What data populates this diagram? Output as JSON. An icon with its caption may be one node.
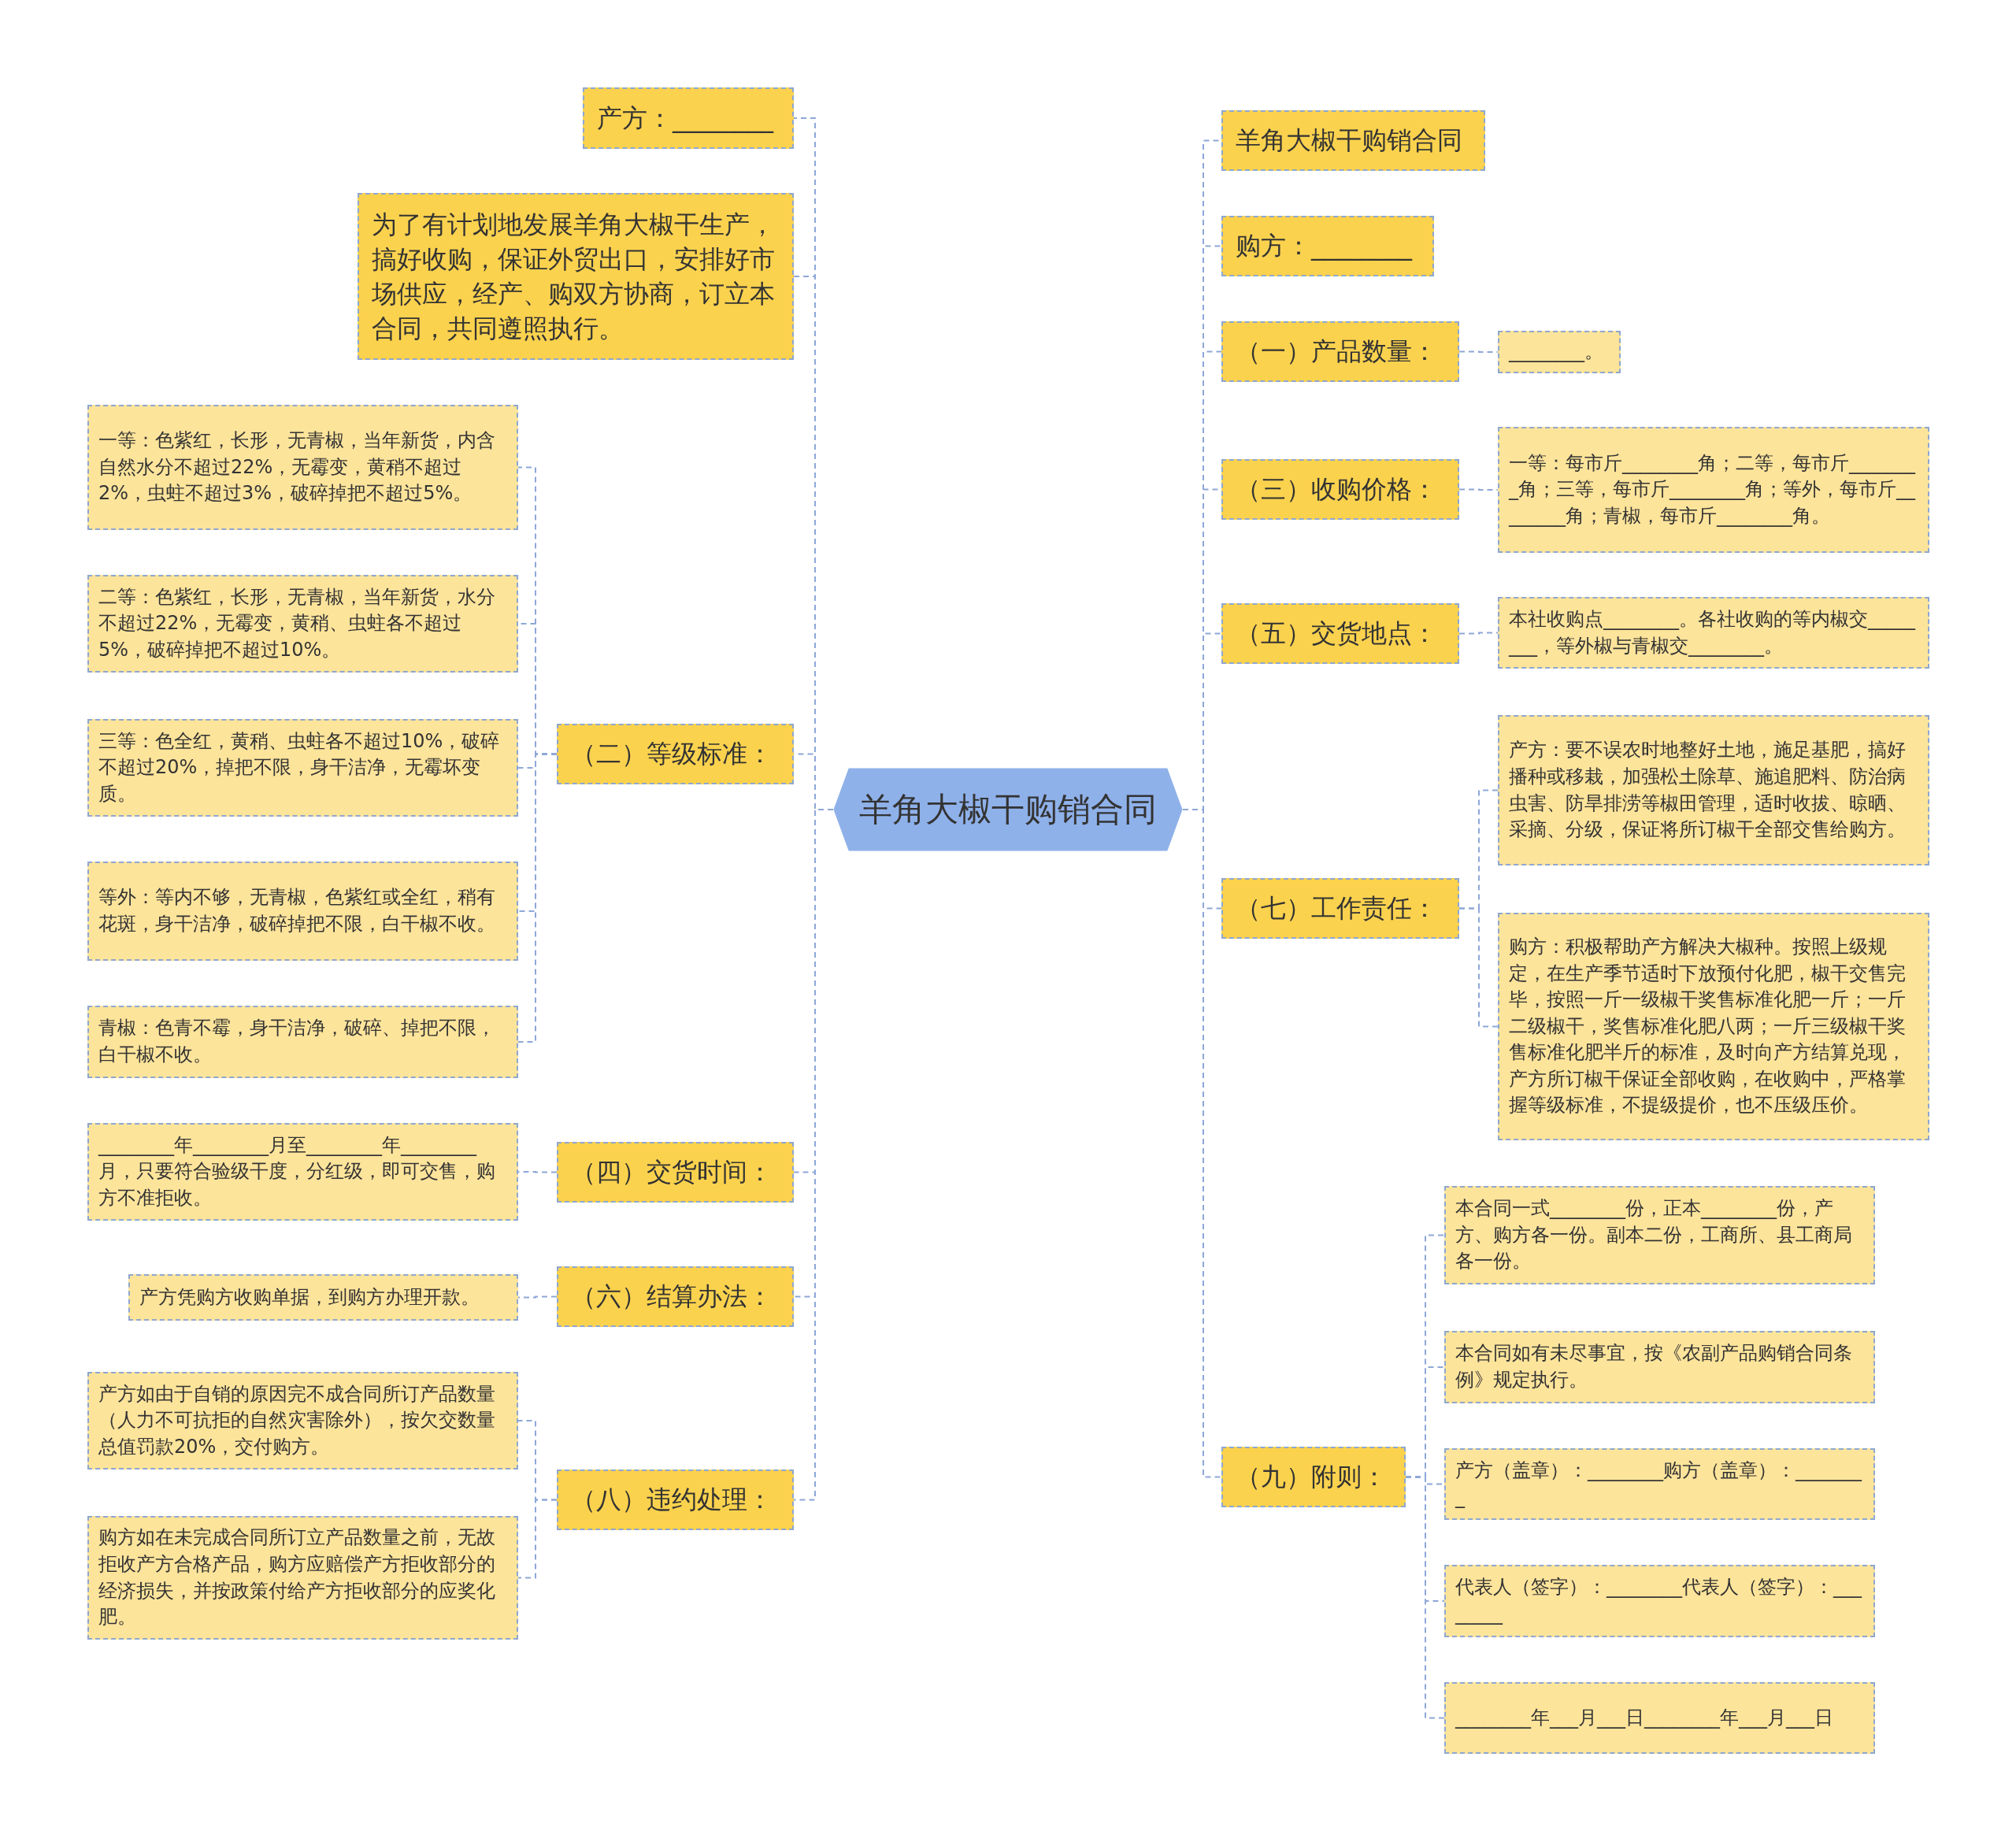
{
  "diagram": {
    "nodes": [
      {
        "text": [
          "羊角大椒干购销合同"
        ]
      },
      {
        "text": [
          "产方：________"
        ]
      },
      {
        "text": [
          "为了有计划地发展羊角大椒干生产，搞好收购，保证外贸出口，安排好市场供应，经产、购双方协商，订立本合同，共同遵照执行。"
        ]
      },
      {
        "text": [
          "（二）等级标准："
        ]
      },
      {
        "text": [
          "一等：色紫红，长形，无青椒，当年新货，内含自然水分不超过22%，无霉变，黄稍不超过2%，虫蛀不超过3%，破碎掉把不超过5%。"
        ]
      },
      {
        "text": [
          "二等：色紫红，长形，无青椒，当年新货，水分不超过22%，无霉变，黄稍、虫蛀各不超过5%，破碎掉把不超过10%。"
        ]
      },
      {
        "text": [
          "三等：色全红，黄稍、虫蛀各不超过10%，破碎不超过20%，掉把不限，身干洁净，无霉坏变质。"
        ]
      },
      {
        "text": [
          "等外：等内不够，无青椒，色紫红或全红，稍有花斑，身干洁净，破碎掉把不限，白干椒不收。"
        ]
      },
      {
        "text": [
          "青椒：色青不霉，身干洁净，破碎、掉把不限，白干椒不收。"
        ]
      },
      {
        "text": [
          "（四）交货时间："
        ]
      },
      {
        "text": [
          "________年________月至________年________月，只要符合验级干度，分红级，即可交售，购方不准拒收。"
        ]
      },
      {
        "text": [
          "（六）结算办法："
        ]
      },
      {
        "text": [
          "产方凭购方收购单据，到购方办理开款。"
        ]
      },
      {
        "text": [
          "（八）违约处理："
        ]
      },
      {
        "text": [
          "产方如由于自销的原因完不成合同所订产品数量（人力不可抗拒的自然灾害除外），按欠交数量总值罚款20%，交付购方。"
        ]
      },
      {
        "text": [
          "购方如在未完成合同所订立产品数量之前，无故拒收产方合格产品，购方应赔偿产方拒收部分的经济损失，并按政策付给产方拒收部分的应奖化肥。"
        ]
      },
      {
        "text": [
          "羊角大椒干购销合同"
        ]
      },
      {
        "text": [
          "购方：________"
        ]
      },
      {
        "text": [
          "（一）产品数量："
        ]
      },
      {
        "text": [
          "________。"
        ]
      },
      {
        "text": [
          "（三）收购价格："
        ]
      },
      {
        "text": [
          "一等：每市斤________角；二等，每市斤________角；三等，每市斤________角；等外，每市斤________角；青椒，每市斤________角。"
        ]
      },
      {
        "text": [
          "（五）交货地点："
        ]
      },
      {
        "text": [
          "本社收购点________。各社收购的等内椒交________，等外椒与青椒交________。"
        ]
      },
      {
        "text": [
          "（七）工作责任："
        ]
      },
      {
        "text": [
          "产方：要不误农时地整好土地，施足基肥，搞好播种或移栽，加强松土除草、施追肥料、防治病虫害、防旱排涝等椒田管理，适时收拔、晾晒、采摘、分级，保证将所订椒干全部交售给购方。"
        ]
      },
      {
        "text": [
          "购方：积极帮助产方解决大椒种。按照上级规定，在生产季节适时下放预付化肥，椒干交售完毕，按照一斤一级椒干奖售标准化肥一斤；一斤二级椒干，奖售标准化肥八两；一斤三级椒干奖售标准化肥半斤的标准，及时向产方结算兑现，产方所订椒干保证全部收购，在收购中，严格掌握等级标准，不提级提价，也不压级压价。"
        ]
      },
      {
        "text": [
          "（九）附则："
        ]
      },
      {
        "text": [
          "本合同一式________份，正本________份，产方、购方各一份。副本二份，工商所、县工商局各一份。"
        ]
      },
      {
        "text": [
          "本合同如有未尽事宜，按《农副产品购销合同条例》规定执行。"
        ]
      },
      {
        "text": [
          "产方（盖章）：________购方（盖章）：________"
        ]
      },
      {
        "text": [
          "代表人（签字）：________代表人（签字）：________"
        ]
      },
      {
        "text": [
          "________年___月___日________年___月___日"
        ]
      }
    ],
    "edges": [
      {
        "from": 0,
        "to": 1,
        "arrow": "none"
      },
      {
        "from": 0,
        "to": 2,
        "arrow": "none"
      },
      {
        "from": 0,
        "to": 3,
        "arrow": "none"
      },
      {
        "from": 3,
        "to": 4,
        "arrow": "none"
      },
      {
        "from": 3,
        "to": 5,
        "arrow": "none"
      },
      {
        "from": 3,
        "to": 6,
        "arrow": "none"
      },
      {
        "from": 3,
        "to": 7,
        "arrow": "none"
      },
      {
        "from": 3,
        "to": 8,
        "arrow": "none"
      },
      {
        "from": 0,
        "to": 9,
        "arrow": "none"
      },
      {
        "from": 9,
        "to": 10,
        "arrow": "none"
      },
      {
        "from": 0,
        "to": 11,
        "arrow": "none"
      },
      {
        "from": 11,
        "to": 12,
        "arrow": "none"
      },
      {
        "from": 0,
        "to": 13,
        "arrow": "none"
      },
      {
        "from": 13,
        "to": 14,
        "arrow": "none"
      },
      {
        "from": 13,
        "to": 15,
        "arrow": "none"
      },
      {
        "from": 0,
        "to": 16,
        "arrow": "none"
      },
      {
        "from": 0,
        "to": 17,
        "arrow": "none"
      },
      {
        "from": 0,
        "to": 18,
        "arrow": "none"
      },
      {
        "from": 18,
        "to": 19,
        "arrow": "none"
      },
      {
        "from": 0,
        "to": 20,
        "arrow": "none"
      },
      {
        "from": 20,
        "to": 21,
        "arrow": "none"
      },
      {
        "from": 0,
        "to": 22,
        "arrow": "none"
      },
      {
        "from": 22,
        "to": 23,
        "arrow": "none"
      },
      {
        "from": 0,
        "to": 24,
        "arrow": "none"
      },
      {
        "from": 24,
        "to": 25,
        "arrow": "none"
      },
      {
        "from": 24,
        "to": 26,
        "arrow": "none"
      },
      {
        "from": 0,
        "to": 27,
        "arrow": "none"
      },
      {
        "from": 27,
        "to": 28,
        "arrow": "none"
      },
      {
        "from": 27,
        "to": 29,
        "arrow": "none"
      },
      {
        "from": 27,
        "to": 30,
        "arrow": "none"
      },
      {
        "from": 27,
        "to": 31,
        "arrow": "none"
      },
      {
        "from": 27,
        "to": 32,
        "arrow": "none"
      }
    ]
  }
}
